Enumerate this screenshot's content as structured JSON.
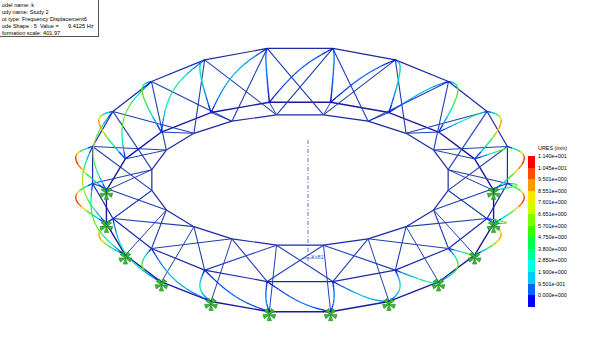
{
  "diagram": {
    "labels": [
      "odel name: k",
      "udy name: Study 2",
      "ot type: Frequency Displacement6",
      "ode Shape : 5  Value =      9.4125 Hz",
      "formation scale: 401.97",
      "URES (mm)",
      "Xx81"
    ],
    "legend": [
      {
        "text": "1.140e+001",
        "color": "#ff0000"
      },
      {
        "text": "1.045e+001",
        "color": "#ff4d00"
      },
      {
        "text": "9.501e+000",
        "color": "#ff9900"
      },
      {
        "text": "8.551e+000",
        "color": "#ffe600"
      },
      {
        "text": "7.601e+000",
        "color": "#ccff00"
      },
      {
        "text": "6.651e+000",
        "color": "#80ff00"
      },
      {
        "text": "5.701e+000",
        "color": "#33ff00"
      },
      {
        "text": "4.750e+000",
        "color": "#00ff4d"
      },
      {
        "text": "3.800e+000",
        "color": "#00ff99"
      },
      {
        "text": "2.850e+000",
        "color": "#00ffe6"
      },
      {
        "text": "1.900e+000",
        "color": "#00ccff"
      },
      {
        "text": "9.501e-001",
        "color": "#0066ff"
      },
      {
        "text": "0.000e+000",
        "color": "#0000ff"
      }
    ]
  }
}
